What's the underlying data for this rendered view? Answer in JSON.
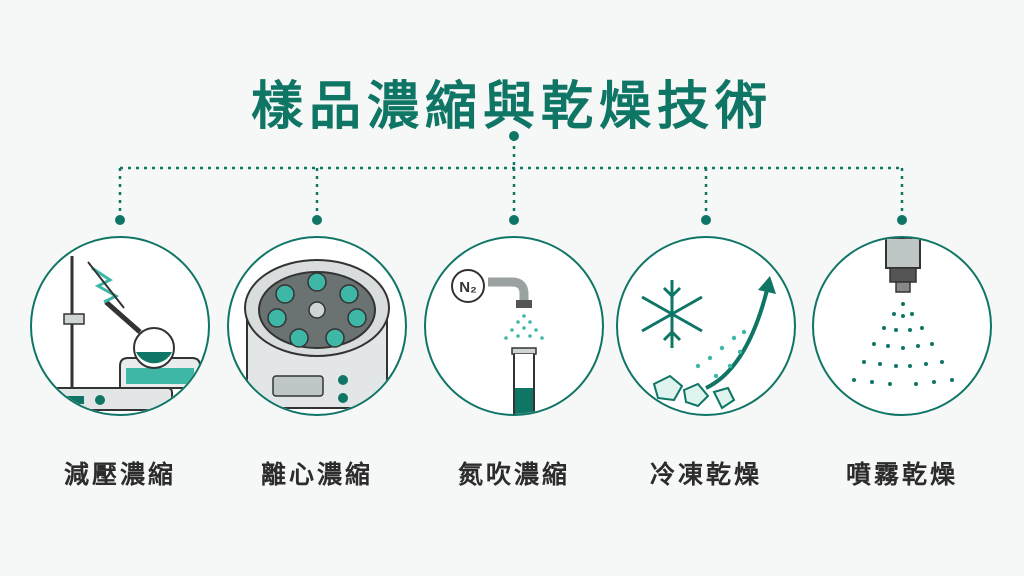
{
  "title": "樣品濃縮與乾燥技術",
  "colors": {
    "accent": "#0f7565",
    "teal_light": "#3fb7a6",
    "text": "#2c2c2c"
  },
  "methods": [
    {
      "label": "減壓濃縮",
      "icon": "rotary-evaporator-icon"
    },
    {
      "label": "離心濃縮",
      "icon": "centrifuge-icon"
    },
    {
      "label": "氮吹濃縮",
      "icon": "nitrogen-blowdown-icon"
    },
    {
      "label": "冷凍乾燥",
      "icon": "freeze-drying-icon"
    },
    {
      "label": "噴霧乾燥",
      "icon": "spray-nozzle-icon"
    }
  ],
  "n2_label": "N₂"
}
